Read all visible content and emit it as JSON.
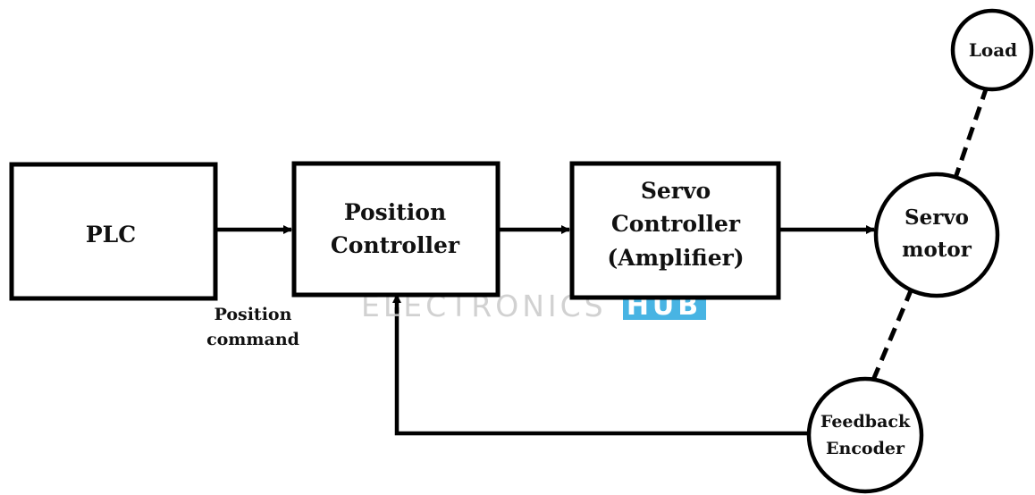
{
  "blocks": {
    "plc": "PLC",
    "position_controller": [
      "Position",
      "Controller"
    ],
    "servo_controller": [
      "Servo",
      "Controller",
      "(Amplifier)"
    ]
  },
  "nodes": {
    "load": "Load",
    "servo_motor": [
      "Servo",
      "motor"
    ],
    "feedback_encoder": [
      "Feedback",
      "Encoder"
    ]
  },
  "annotations": {
    "position_command": [
      "Position",
      "command"
    ]
  },
  "watermark": {
    "text": "ELECTRONICS",
    "badge": "HUB",
    "text_color": "#c9c9c9",
    "badge_color": "#29a8df"
  }
}
